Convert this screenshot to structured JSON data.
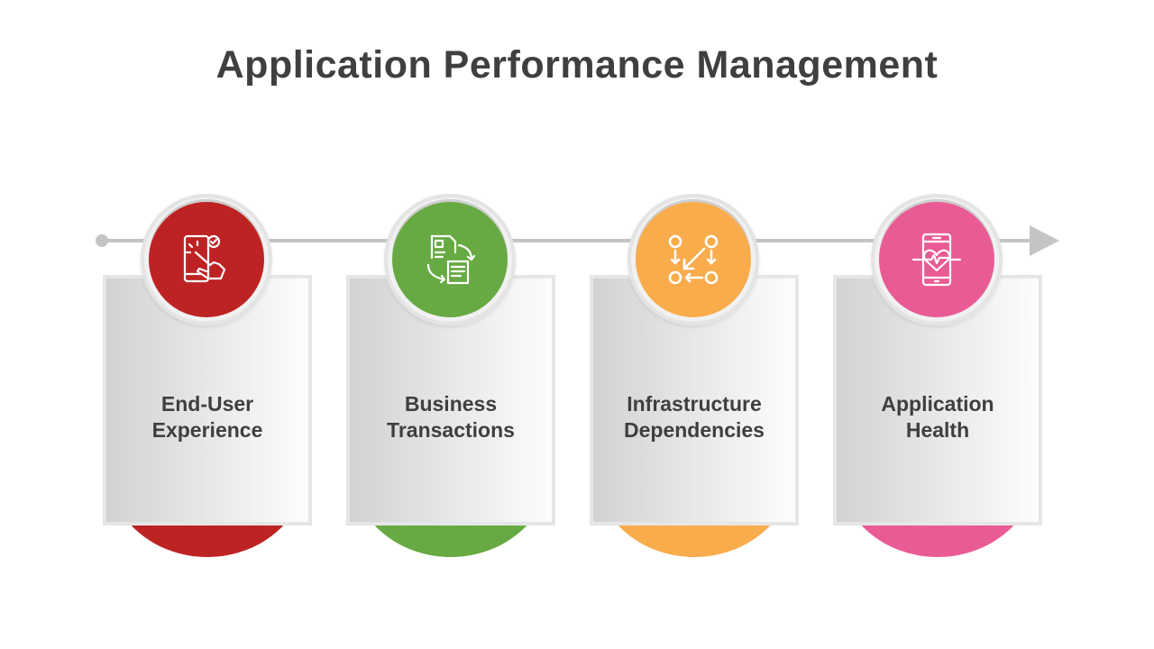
{
  "title": "Application Performance Management",
  "steps": [
    {
      "line1": "End-User",
      "line2": "Experience",
      "color": "#be2324",
      "icon": "touch-phone-icon"
    },
    {
      "line1": "Business",
      "line2": "Transactions",
      "color": "#67a942",
      "icon": "document-exchange-icon"
    },
    {
      "line1": "Infrastructure",
      "line2": "Dependencies",
      "color": "#f9ac4c",
      "icon": "dependency-nodes-icon"
    },
    {
      "line1": "Application",
      "line2": "Health",
      "color": "#e95b95",
      "icon": "phone-heartbeat-icon"
    }
  ]
}
